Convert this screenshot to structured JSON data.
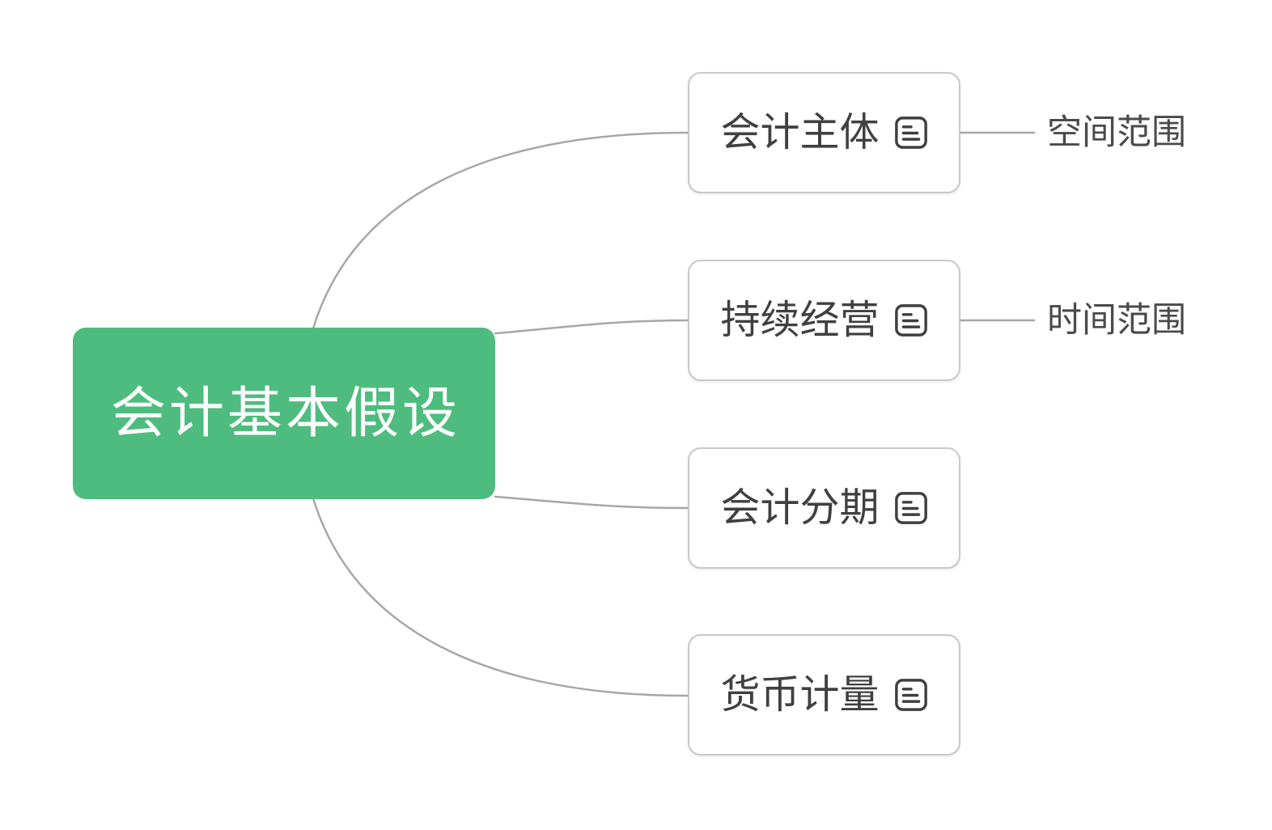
{
  "diagram": {
    "type": "mindmap",
    "root": {
      "label": "会计基本假设"
    },
    "branches": [
      {
        "label": "会计主体",
        "note_icon": "notes-icon",
        "annotation": "空间范围"
      },
      {
        "label": "持续经营",
        "note_icon": "notes-icon",
        "annotation": "时间范围"
      },
      {
        "label": "会计分期",
        "note_icon": "notes-icon"
      },
      {
        "label": "货币计量",
        "note_icon": "notes-icon"
      }
    ],
    "colors": {
      "canvas_bg": "#FFFFFF",
      "root_bg": "#4FBC7F",
      "root_text": "#FFFFFF",
      "branch_border": "#C8C8C8",
      "branch_text": "#404040",
      "annotation_text": "#4A4A4A",
      "connector": "#A7A7A7",
      "note_icon": "#3F3F3F"
    }
  }
}
